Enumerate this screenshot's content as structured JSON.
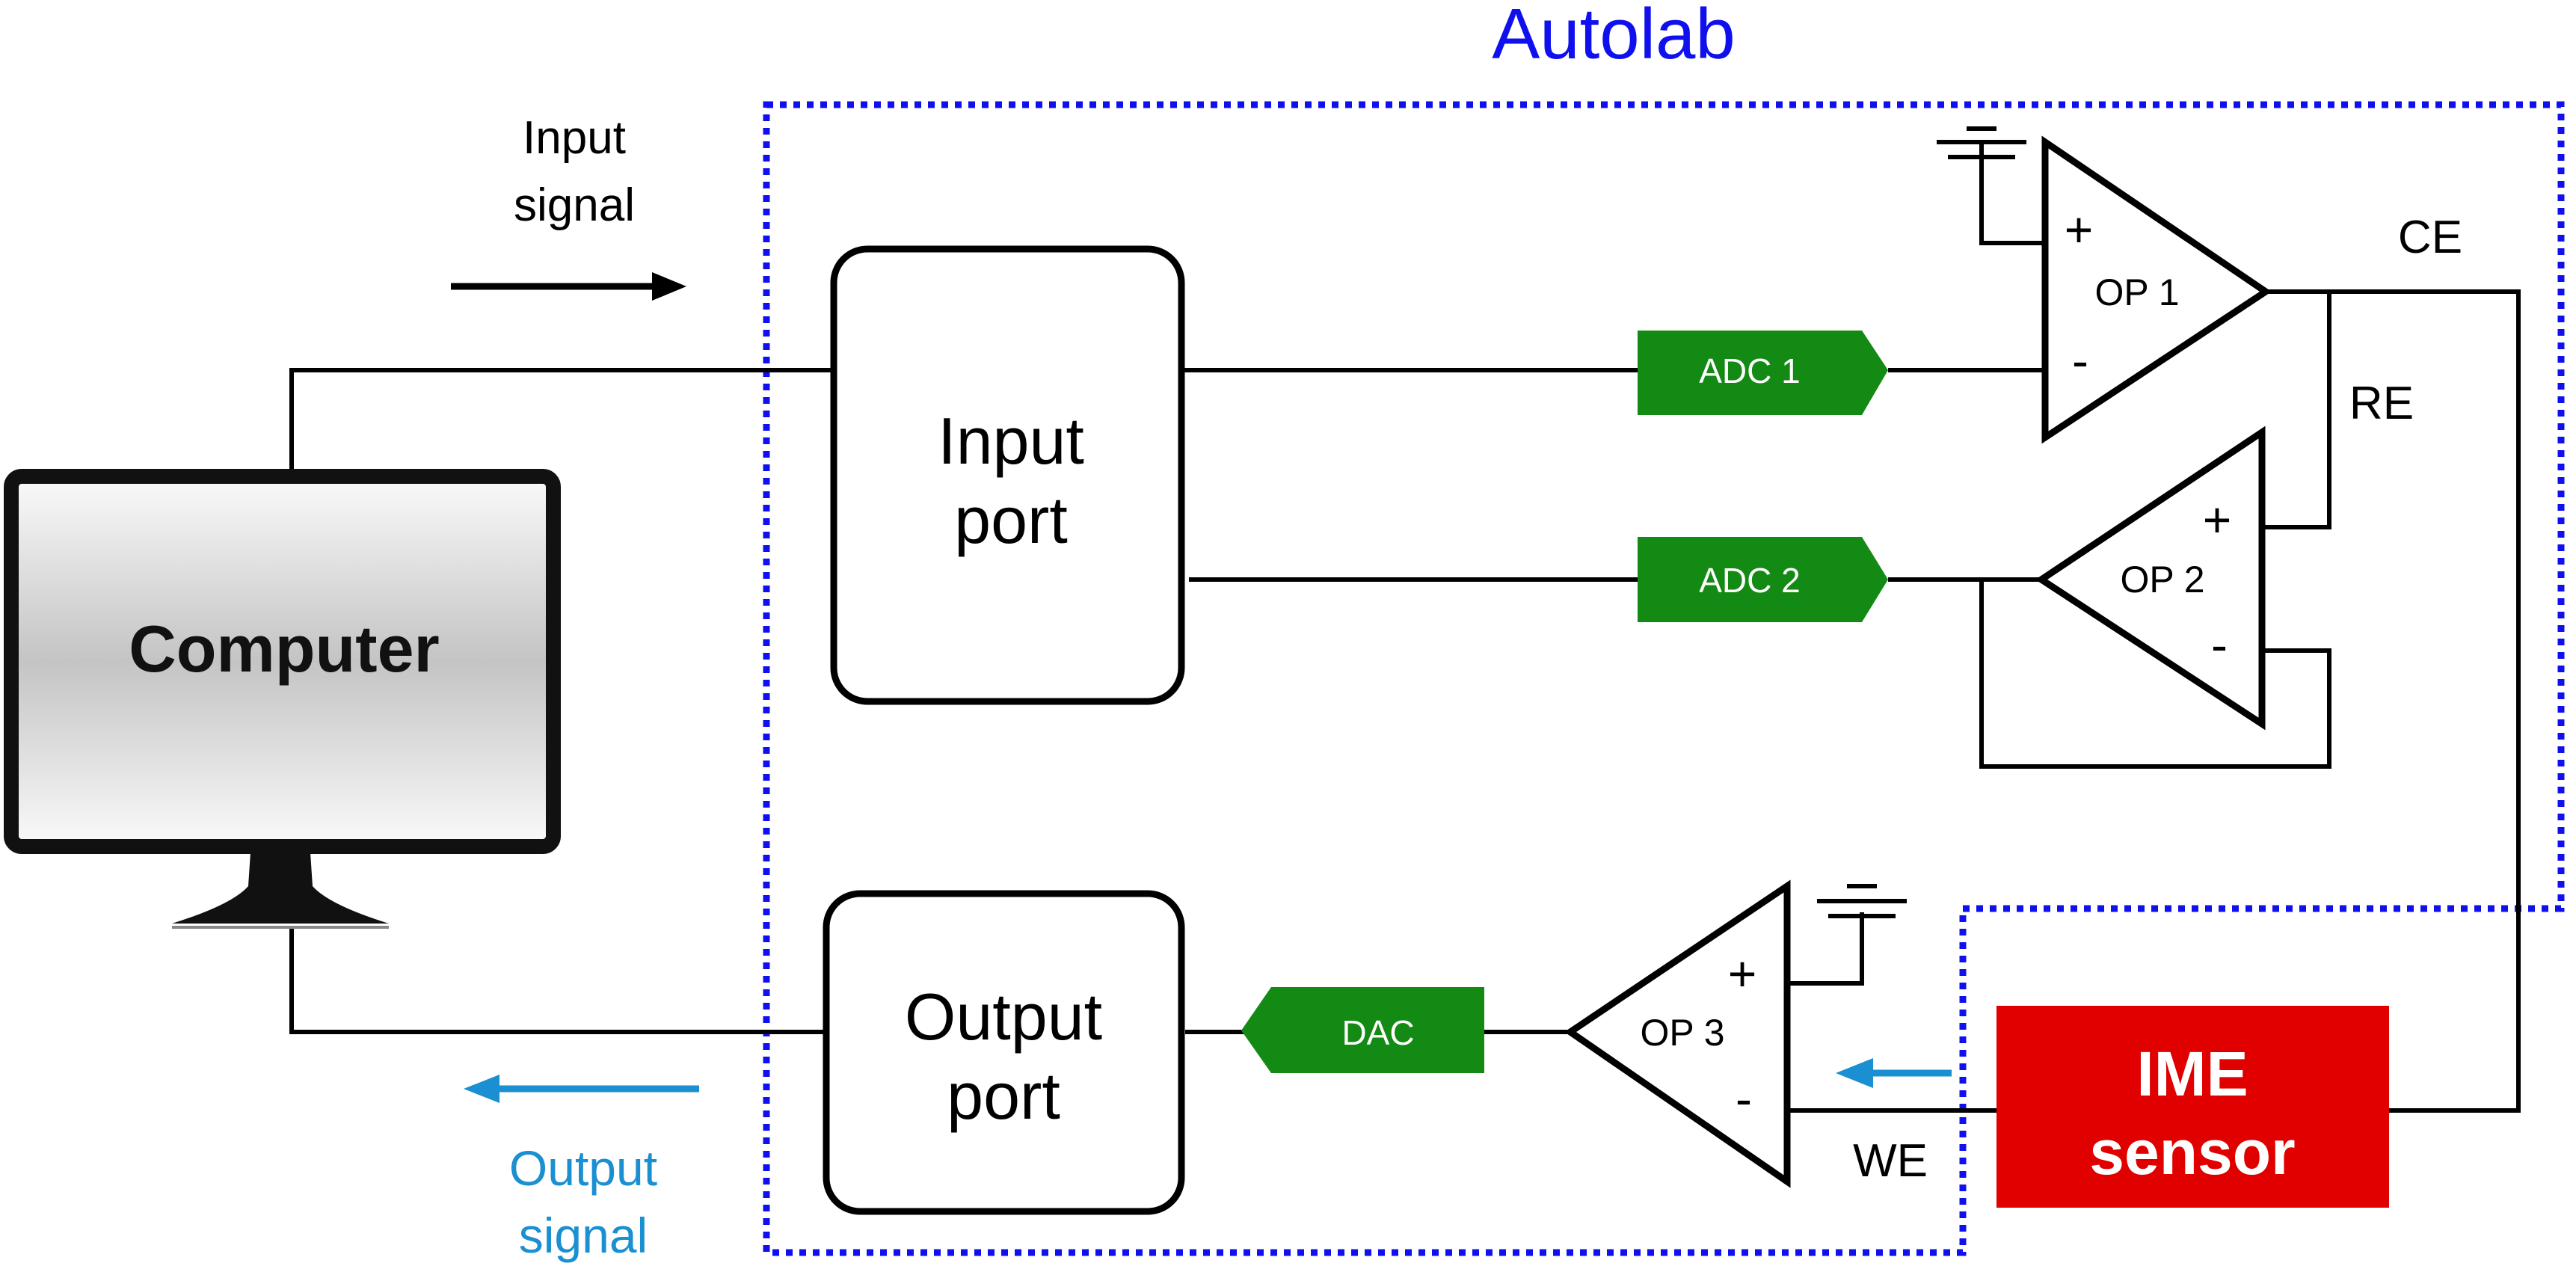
{
  "diagram": {
    "title": "Autolab",
    "computer_label": "Computer",
    "input_signal": {
      "line1": "Input",
      "line2": "signal"
    },
    "output_signal": {
      "line1": "Output",
      "line2": "signal"
    },
    "input_port": {
      "line1": "Input",
      "line2": "port"
    },
    "output_port": {
      "line1": "Output",
      "line2": "port"
    },
    "converters": {
      "adc1": "ADC 1",
      "adc2": "ADC 2",
      "dac": "DAC"
    },
    "op_amps": {
      "op1": "OP 1",
      "op2": "OP 2",
      "op3": "OP 3"
    },
    "signs": {
      "plus": "+",
      "minus": "-"
    },
    "electrodes": {
      "ce": "CE",
      "re": "RE",
      "we": "WE"
    },
    "sensor": {
      "line1": "IME",
      "line2": "sensor"
    },
    "colors": {
      "autolab_border": "#1010ee",
      "converter_fill": "#138a13",
      "sensor_fill": "#e00000",
      "output_arrow": "#1a8fd1"
    }
  }
}
